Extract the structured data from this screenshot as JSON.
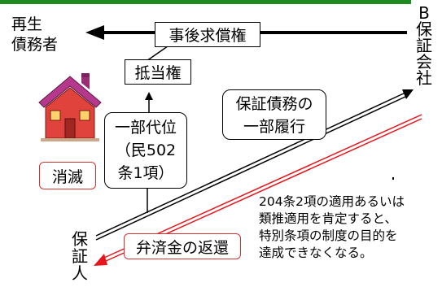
{
  "colors": {
    "green_bar": "#1f8a1f",
    "red_accent": "#e8161c",
    "house_body": "#e0423c",
    "house_roof": "#b5388d"
  },
  "labels": {
    "debtor": "再生\n債務者",
    "company_b": "B\n保\n証\n会\n社",
    "guarantor": "保\n証\n人"
  },
  "boxes": {
    "subrogation_claim": "事後求償権",
    "mortgage": "抵当権",
    "partial_subrogation": "一部代位\n（民502\n条1項）",
    "partial_performance": "保証債務の\n一部履行",
    "extinction": "消滅",
    "repayment_return": "弁済金の返還"
  },
  "note": "204条2項の適用あるいは\n類推適用を肯定すると、\n特別条項の制度の目的を\n達成できなくなる。",
  "icons": {
    "house": "house-icon"
  }
}
